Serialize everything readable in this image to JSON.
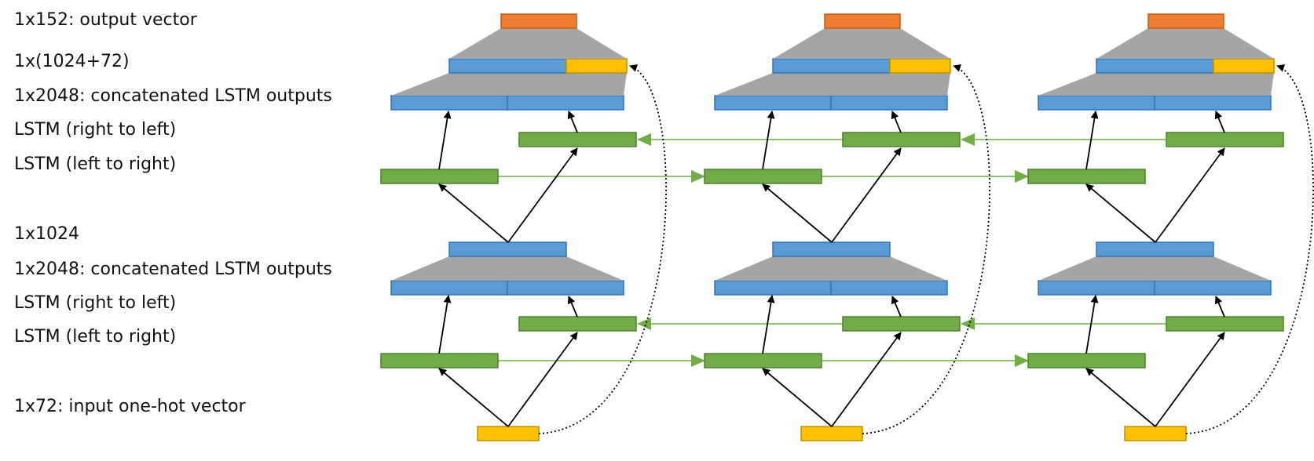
{
  "labels": {
    "output_vector": "1x152: output vector",
    "combined": "1x(1024+72)",
    "concat_top": "1x2048: concatenated LSTM outputs",
    "lstm_rtl_top": "LSTM (right to left)",
    "lstm_ltr_top": "LSTM (left to right)",
    "hidden": "1x1024",
    "concat_bottom": "1x2048: concatenated LSTM outputs",
    "lstm_rtl_bottom": "LSTM (right to left)",
    "lstm_ltr_bottom": "LSTM (left to right)",
    "input": "1x72: input one-hot vector"
  },
  "colors": {
    "orange": "#ED7D31",
    "orange_border": "#C55A11",
    "blue": "#5B9BD5",
    "blue_border": "#2E75B6",
    "green": "#70AD47",
    "green_border": "#507E32",
    "yellow": "#FFC000",
    "yellow_border": "#BF9000",
    "trapezoid": "#A5A5A5",
    "arrow": "#000000",
    "recurrent_arrow": "#70AD47"
  },
  "timesteps": 3
}
